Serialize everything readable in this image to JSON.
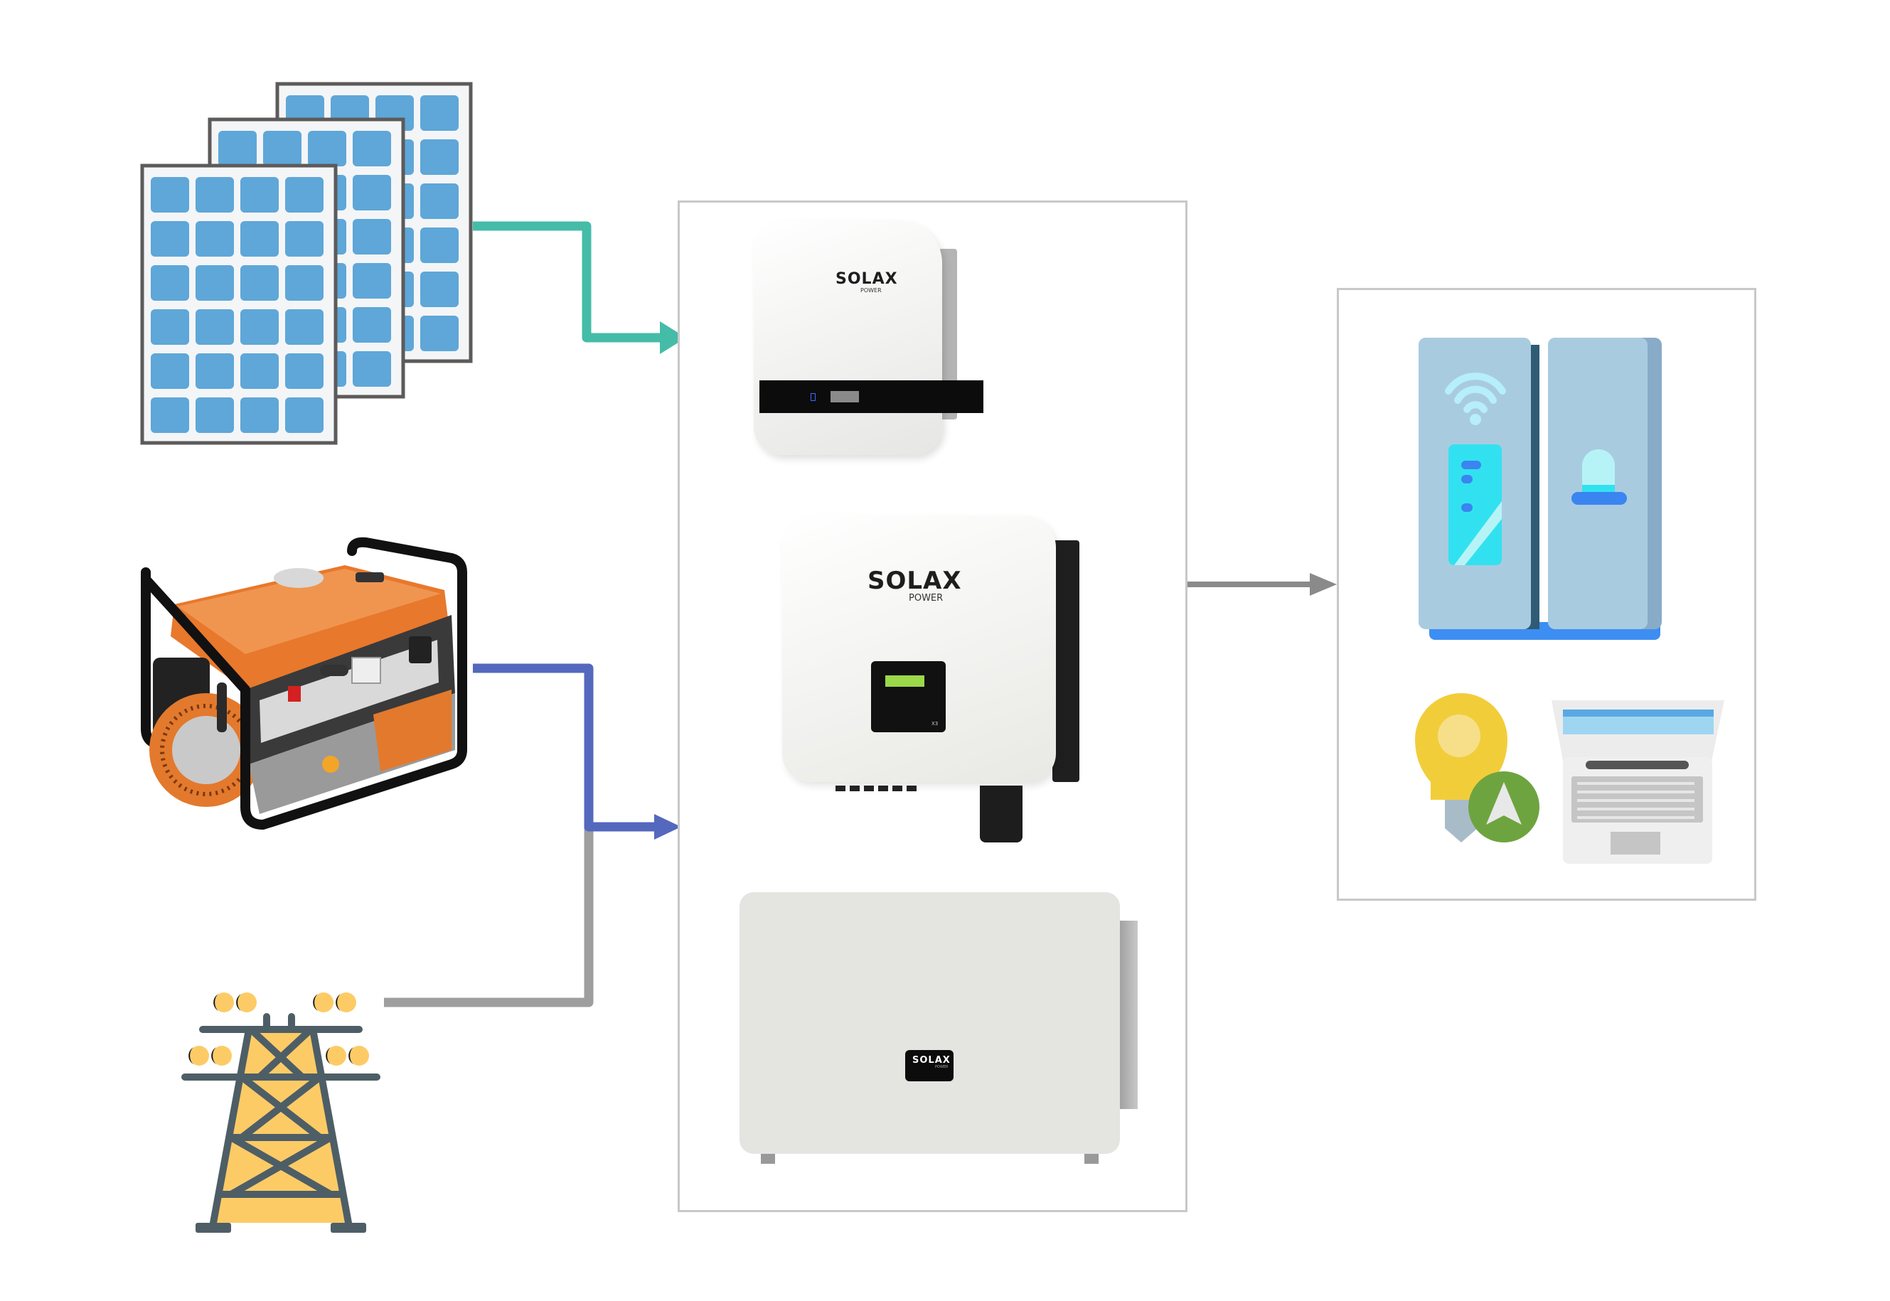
{
  "diagram": {
    "title": "Hybrid inverter energy flow",
    "sources": [
      {
        "id": "solar",
        "label": "Solar panels",
        "icon": "solar-panel-icon",
        "panel_count": 3,
        "cell_grid": "4x6"
      },
      {
        "id": "generator",
        "label": "Generator",
        "icon": "generator-icon"
      },
      {
        "id": "grid",
        "label": "Utility grid",
        "icon": "transmission-tower-icon"
      }
    ],
    "inverters": [
      {
        "id": "inv1",
        "brand": "SOLAX",
        "sub": "POWER",
        "type": "single-phase compact"
      },
      {
        "id": "inv2",
        "brand": "SOLAX",
        "sub": "POWER",
        "type": "three-phase",
        "model_mark": "X3"
      },
      {
        "id": "inv3",
        "brand": "SOLAX",
        "sub": "POWER",
        "type": "large commercial"
      }
    ],
    "loads": [
      {
        "id": "fridge",
        "label": "Smart refrigerator",
        "icon": "refrigerator-icon"
      },
      {
        "id": "bulb",
        "label": "Smart light bulb",
        "icon": "lightbulb-icon"
      },
      {
        "id": "laptop",
        "label": "Laptop",
        "icon": "laptop-icon"
      }
    ],
    "connections": [
      {
        "from": "solar",
        "to": "inverters",
        "color": "#45bca8"
      },
      {
        "from": "generator",
        "to": "inverters",
        "color": "#5468be"
      },
      {
        "from": "grid",
        "to": "inverters",
        "color": "#9e9e9e",
        "joins": "generator"
      },
      {
        "from": "inverters",
        "to": "loads",
        "color": "#8a8a8a"
      }
    ]
  }
}
